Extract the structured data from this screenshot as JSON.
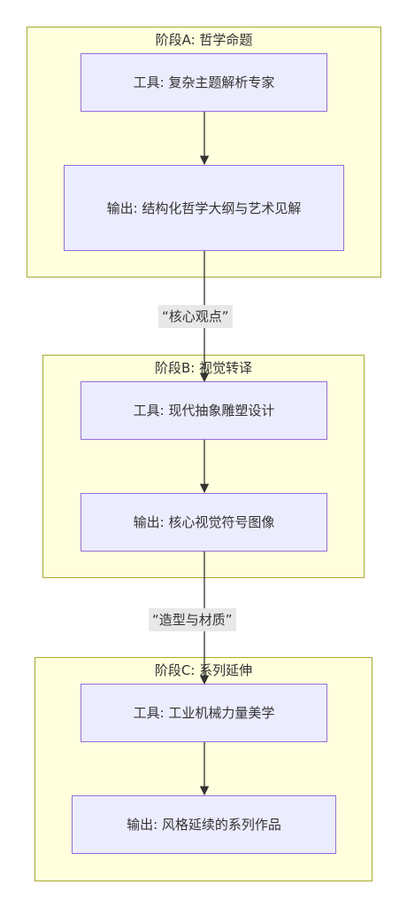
{
  "diagram": {
    "clusters": [
      {
        "id": "a",
        "title": "阶段A: 哲学命题"
      },
      {
        "id": "b",
        "title": "阶段B: 视觉转译"
      },
      {
        "id": "c",
        "title": "阶段C: 系列延伸"
      }
    ],
    "nodes": [
      {
        "id": "a1",
        "text": "工具: 复杂主题解析专家"
      },
      {
        "id": "a2",
        "text": "输出: 结构化哲学大纲与艺术见解"
      },
      {
        "id": "b1",
        "text": "工具: 现代抽象雕塑设计"
      },
      {
        "id": "b2",
        "text": "输出: 核心视觉符号图像"
      },
      {
        "id": "c1",
        "text": "工具: 工业机械力量美学"
      },
      {
        "id": "c2",
        "text": "输出: 风格延续的系列作品"
      }
    ],
    "edge_labels": [
      {
        "from": "a2",
        "to": "b1",
        "text": "“核心观点”"
      },
      {
        "from": "b2",
        "to": "c1",
        "text": "“造型与材质”"
      }
    ]
  }
}
